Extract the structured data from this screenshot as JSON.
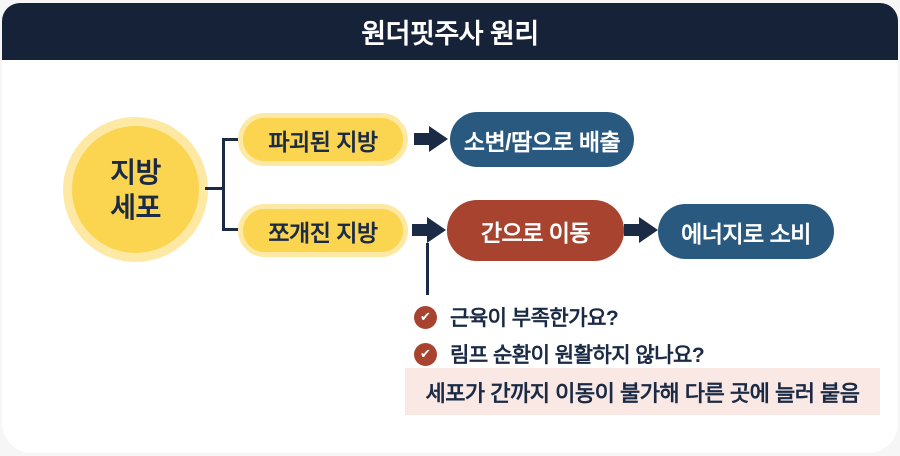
{
  "header": {
    "title": "원더핏주사 원리"
  },
  "diagram": {
    "fat_cell": {
      "line1": "지방",
      "line2": "세포"
    },
    "branch1": {
      "source": "파괴된 지방",
      "result": "소변/땀으로 배출"
    },
    "branch2": {
      "source": "쪼개진 지방",
      "step1": "간으로 이동",
      "step2": "에너지로 소비"
    },
    "checklist": [
      {
        "check_icon": "check-circle",
        "label": "근육이 부족한가요?"
      },
      {
        "check_icon": "check-circle",
        "label": "림프 순환이 원활하지 않나요?"
      }
    ],
    "note": "세포가 간까지 이동이 불가해 다른 곳에 늘러 붙음"
  },
  "icons": {
    "checkmark": "✔"
  },
  "colors": {
    "header_navy": "#152238",
    "text_navy": "#1B2B45",
    "steel_blue": "#2A5980",
    "brick_red": "#A8432F",
    "yellow": "#FBD450",
    "yellow_light": "#FDE9A3",
    "pink": "#FAE8E4"
  }
}
